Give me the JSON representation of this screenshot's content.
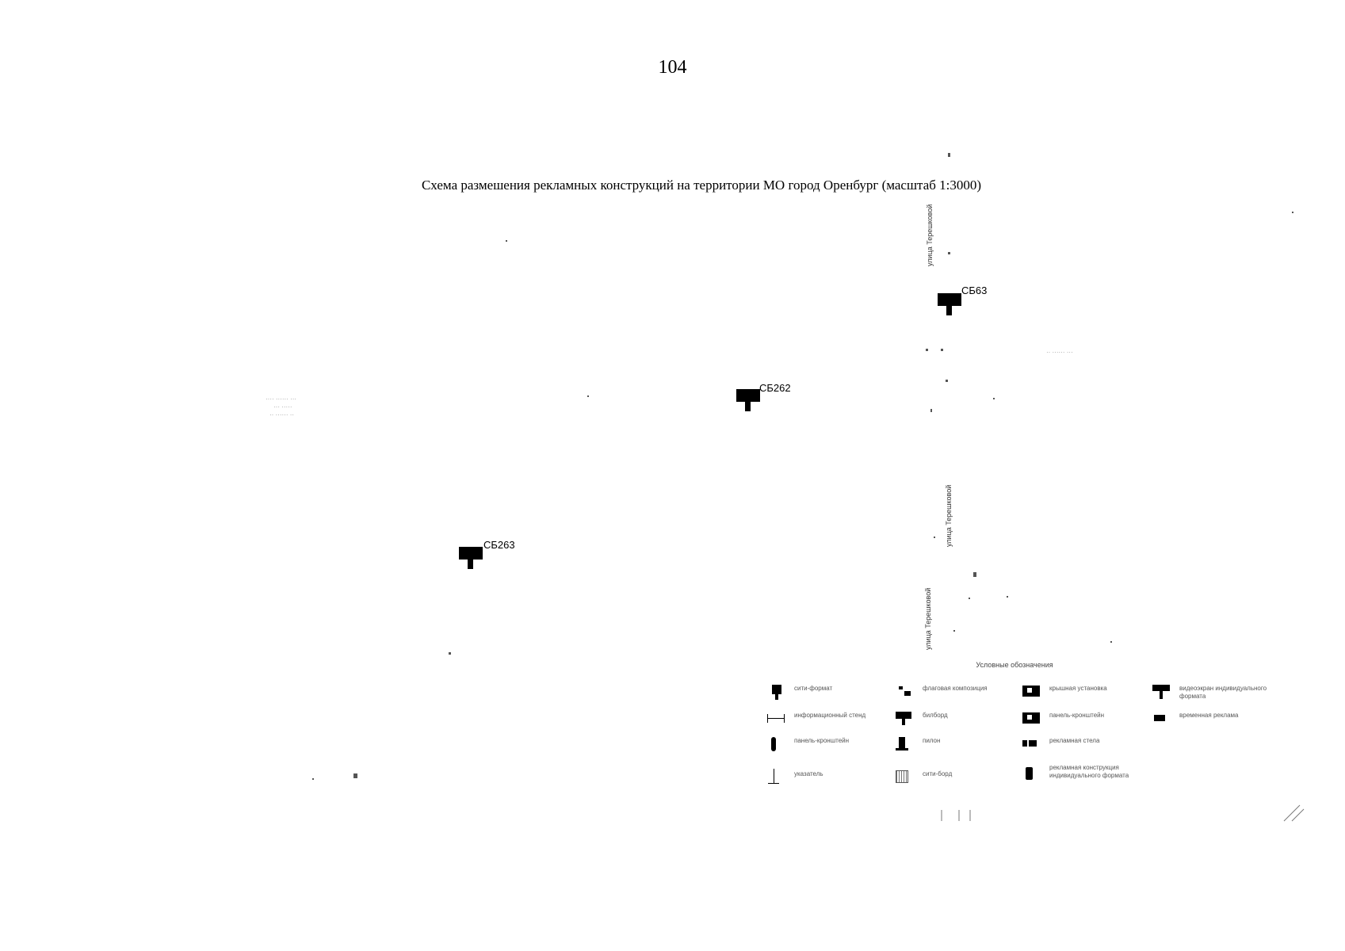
{
  "page": {
    "number": "104",
    "title": "Схема размешения рекламных конструкций на территории МО город Оренбург (масштаб 1:3000)"
  },
  "markers": [
    {
      "id": "CB63",
      "label": "СБ63"
    },
    {
      "id": "CB262",
      "label": "СБ262"
    },
    {
      "id": "CB263",
      "label": "СБ263"
    }
  ],
  "streets": [
    {
      "label": "улица Терешковой"
    },
    {
      "label": "улица Терешковой"
    },
    {
      "label": "улица Терешковой"
    }
  ],
  "legend": {
    "title": "Условные обозначения",
    "items": [
      {
        "icon": "billboard-small-icon",
        "label": "сити-формат"
      },
      {
        "icon": "flag-icon",
        "label": "флаговая композиция"
      },
      {
        "icon": "roof-installation-icon",
        "label": "крышная установка"
      },
      {
        "icon": "video-screen-icon",
        "label": "видеоэкран индивидуального формата"
      },
      {
        "icon": "info-stand-icon",
        "label": "информационный стенд"
      },
      {
        "icon": "billboard-icon",
        "label": "билборд"
      },
      {
        "icon": "roof-installation-icon",
        "label": "панель-кронштейн"
      },
      {
        "icon": "temporary-ad-icon",
        "label": "временная реклама"
      },
      {
        "icon": "bracket-panel-icon",
        "label": "панель-кронштейн"
      },
      {
        "icon": "pylon-icon",
        "label": "пилон"
      },
      {
        "icon": "ad-banner-icon",
        "label": "рекламная стела"
      },
      {
        "icon": "pointer-icon",
        "label": "указатель"
      },
      {
        "icon": "city-board-icon",
        "label": "сити-борд"
      },
      {
        "icon": "non-standard-icon",
        "label": "рекламная конструкция индивидуального формата"
      }
    ]
  }
}
